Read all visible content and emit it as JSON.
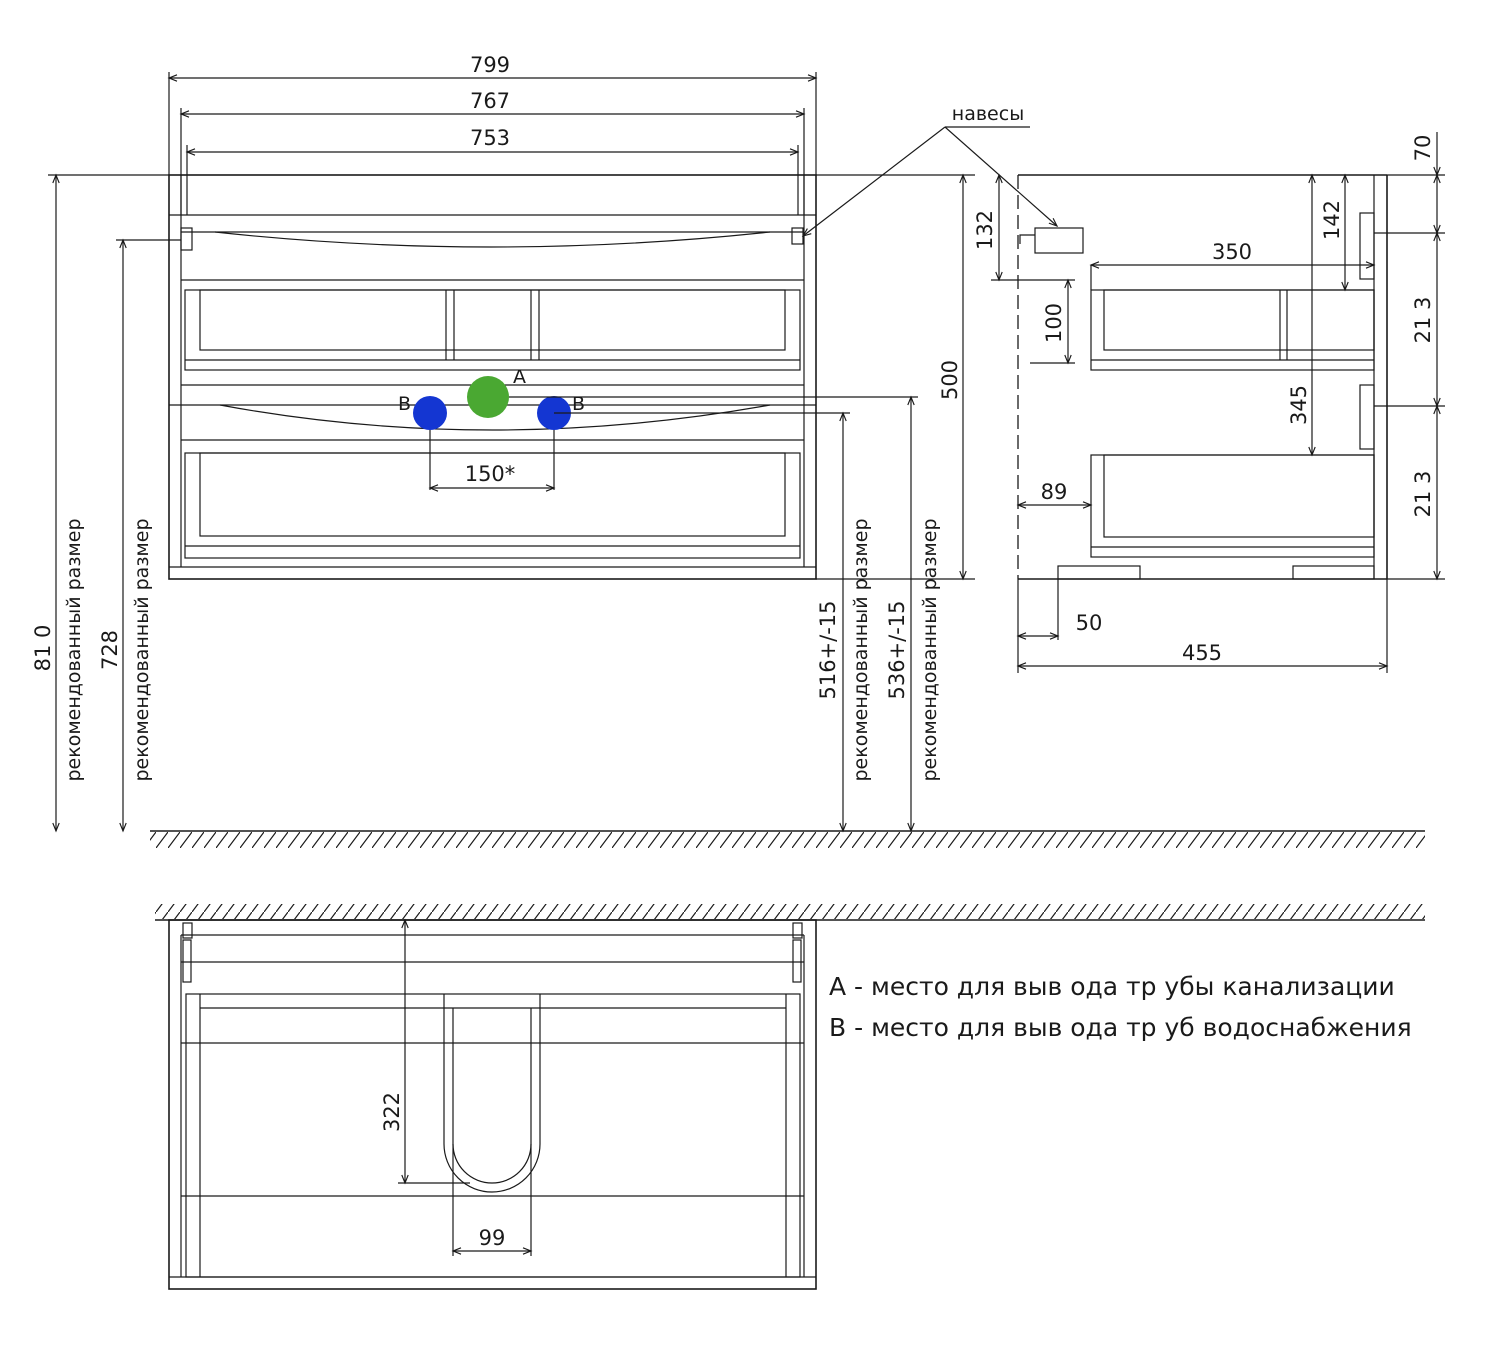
{
  "front_view": {
    "dims": {
      "w799": "799",
      "w767": "767",
      "w753": "753",
      "h500": "500",
      "s150": "150*",
      "h810": "81 0",
      "h728": "728",
      "h516": "516+/-15",
      "h536": "536+/-15"
    },
    "recommended_label": "рекомендованный размер",
    "markers": {
      "a": "A",
      "b_left": "B",
      "b_right": "B"
    },
    "colors": {
      "drain": "#4aa832",
      "water": "#1436d2"
    }
  },
  "side_view": {
    "hinges_label": "навесы",
    "dims": {
      "d132": "132",
      "d100": "100",
      "d142": "142",
      "d350": "350",
      "d345": "345",
      "d89": "89",
      "d50": "50",
      "d455": "455",
      "d70": "70",
      "d213_top": "21 3",
      "d213_bottom": "21 3"
    }
  },
  "top_view": {
    "dims": {
      "d322": "322",
      "d99": "99"
    }
  },
  "legend": {
    "line_a": "A - место для выв ода тр убы канализации",
    "line_b": "B - место для выв ода тр уб водоснабжения"
  }
}
